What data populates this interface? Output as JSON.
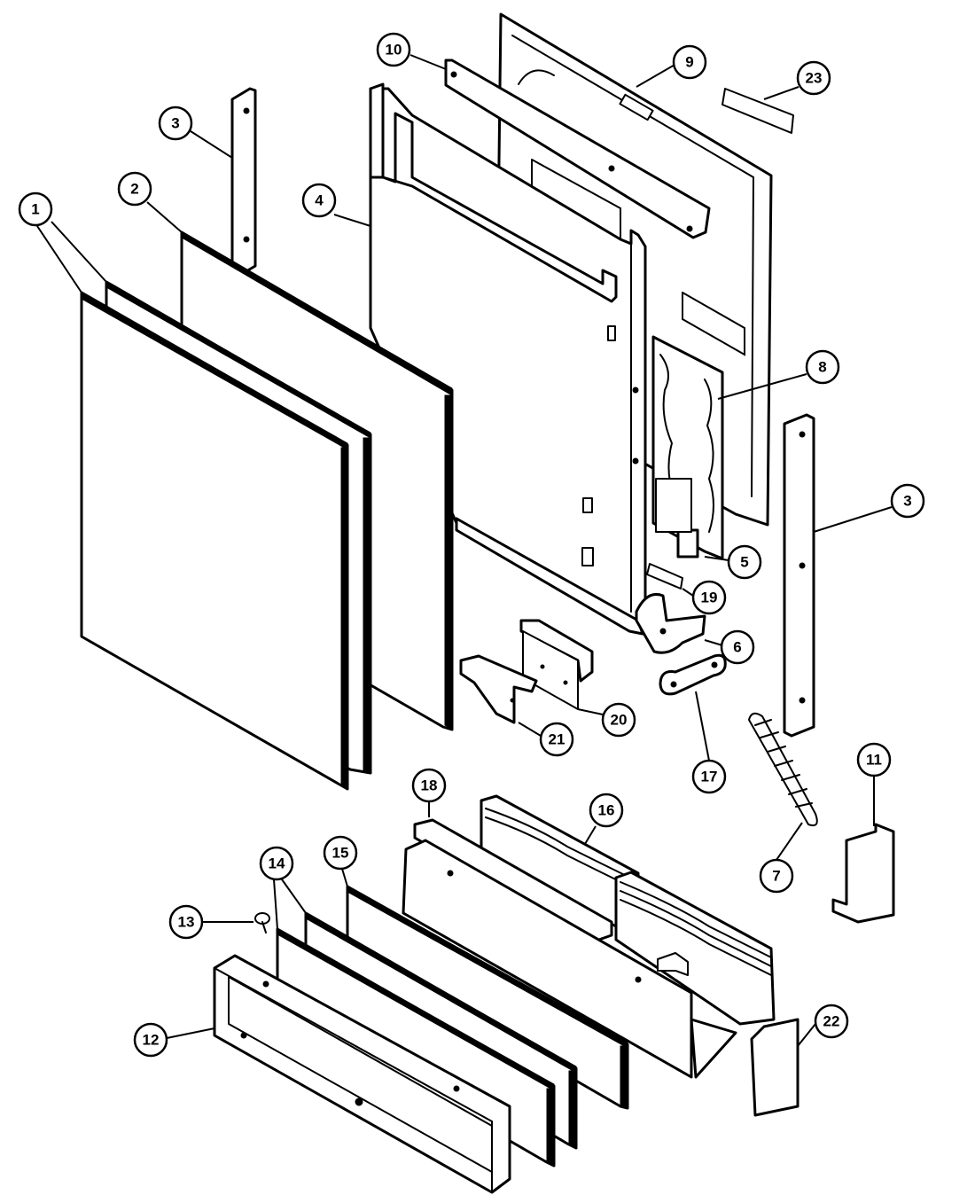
{
  "diagram": {
    "callouts": [
      {
        "id": "1",
        "label": "1"
      },
      {
        "id": "2",
        "label": "2"
      },
      {
        "id": "3a",
        "label": "3"
      },
      {
        "id": "3b",
        "label": "3"
      },
      {
        "id": "4",
        "label": "4"
      },
      {
        "id": "5",
        "label": "5"
      },
      {
        "id": "6",
        "label": "6"
      },
      {
        "id": "7",
        "label": "7"
      },
      {
        "id": "8",
        "label": "8"
      },
      {
        "id": "9",
        "label": "9"
      },
      {
        "id": "10",
        "label": "10"
      },
      {
        "id": "11",
        "label": "11"
      },
      {
        "id": "12",
        "label": "12"
      },
      {
        "id": "13",
        "label": "13"
      },
      {
        "id": "14",
        "label": "14"
      },
      {
        "id": "15",
        "label": "15"
      },
      {
        "id": "16",
        "label": "16"
      },
      {
        "id": "17",
        "label": "17"
      },
      {
        "id": "18",
        "label": "18"
      },
      {
        "id": "19",
        "label": "19"
      },
      {
        "id": "20",
        "label": "20"
      },
      {
        "id": "21",
        "label": "21"
      },
      {
        "id": "22",
        "label": "22"
      },
      {
        "id": "23",
        "label": "23"
      }
    ]
  }
}
